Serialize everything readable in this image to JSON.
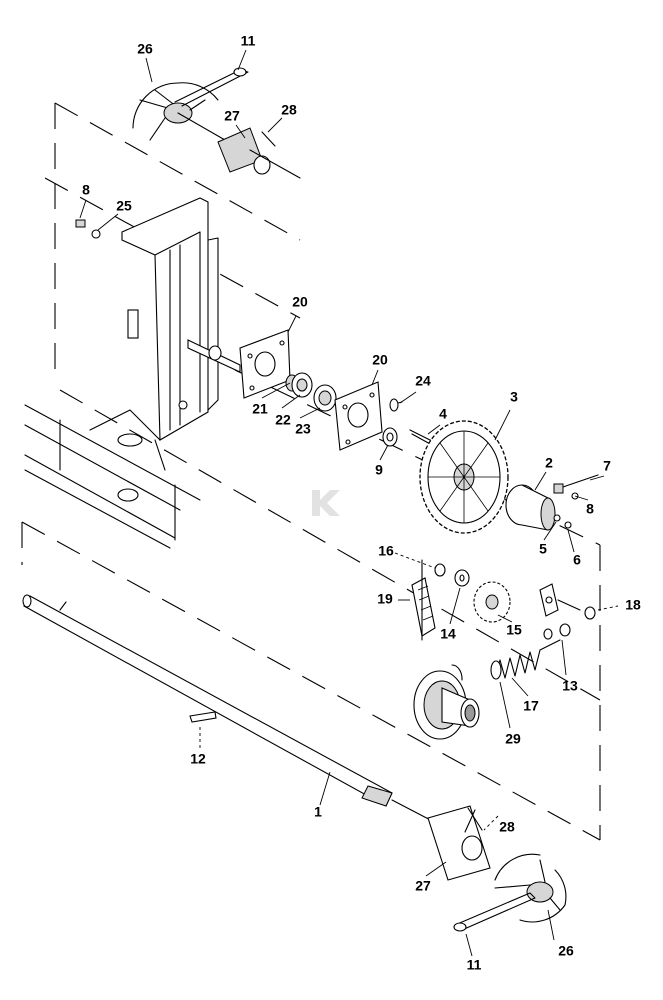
{
  "diagram": {
    "labels": [
      {
        "id": "p26a",
        "text": "26"
      },
      {
        "id": "p11a",
        "text": "11"
      },
      {
        "id": "p27a",
        "text": "27"
      },
      {
        "id": "p28a",
        "text": "28"
      },
      {
        "id": "p8a",
        "text": "8"
      },
      {
        "id": "p25",
        "text": "25"
      },
      {
        "id": "p20a",
        "text": "20"
      },
      {
        "id": "p20b",
        "text": "20"
      },
      {
        "id": "p24",
        "text": "24"
      },
      {
        "id": "p3",
        "text": "3"
      },
      {
        "id": "p21",
        "text": "21"
      },
      {
        "id": "p22",
        "text": "22"
      },
      {
        "id": "p23",
        "text": "23"
      },
      {
        "id": "p4",
        "text": "4"
      },
      {
        "id": "p9",
        "text": "9"
      },
      {
        "id": "p2",
        "text": "2"
      },
      {
        "id": "p7",
        "text": "7"
      },
      {
        "id": "p8b",
        "text": "8"
      },
      {
        "id": "p5",
        "text": "5"
      },
      {
        "id": "p6",
        "text": "6"
      },
      {
        "id": "p16",
        "text": "16"
      },
      {
        "id": "p19",
        "text": "19"
      },
      {
        "id": "p14",
        "text": "14"
      },
      {
        "id": "p15",
        "text": "15"
      },
      {
        "id": "p18",
        "text": "18"
      },
      {
        "id": "p13",
        "text": "13"
      },
      {
        "id": "p17",
        "text": "17"
      },
      {
        "id": "p29",
        "text": "29"
      },
      {
        "id": "p12",
        "text": "12"
      },
      {
        "id": "p1",
        "text": "1"
      },
      {
        "id": "p28b",
        "text": "28"
      },
      {
        "id": "p27b",
        "text": "27"
      },
      {
        "id": "p26b",
        "text": "26"
      },
      {
        "id": "p11b",
        "text": "11"
      }
    ]
  }
}
